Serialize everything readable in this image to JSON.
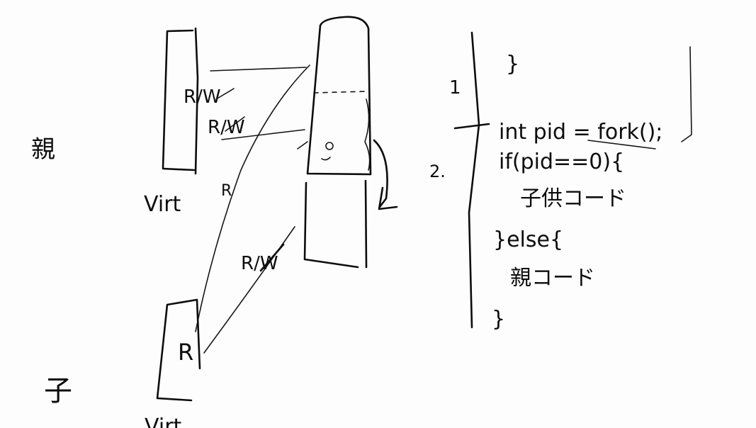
{
  "labels": {
    "virt_top": "Virt",
    "virt_bottom": "Virt",
    "r_write_1": "R/W",
    "r_write_2": "R/W",
    "r_read": "R",
    "r_write_3": "R/W",
    "r_bottom": "R",
    "left_kanji_top": "親",
    "left_kanji_bottom": "子",
    "step_1": "1",
    "step_2": "2."
  },
  "code": {
    "line_close_brace_top": "}",
    "line_fork": "int pid = fork();",
    "line_if": "if(pid==0){",
    "line_child_code": "子供コード",
    "line_else": "}else{",
    "line_parent_code": "親コード",
    "line_close_brace_bottom": "}"
  }
}
